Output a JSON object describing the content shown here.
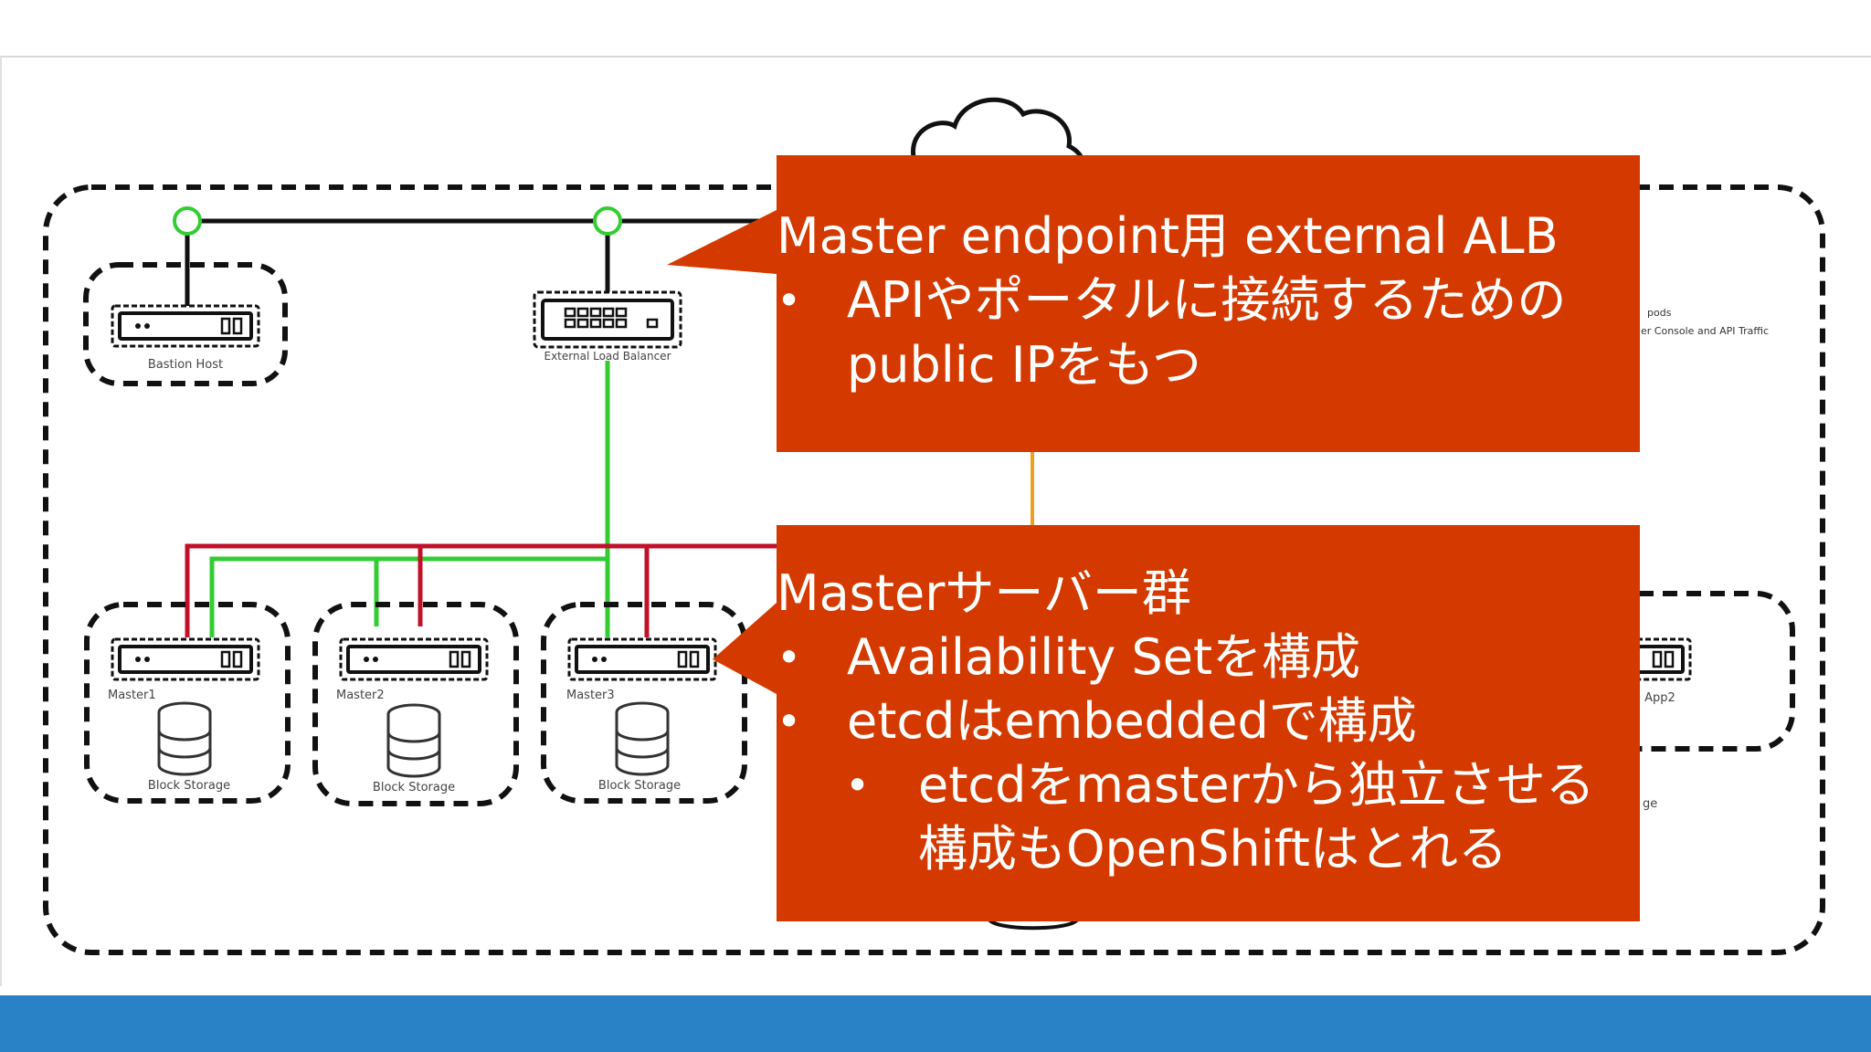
{
  "diagram": {
    "nodes": {
      "bastion": "Bastion Host",
      "elb": "External Load Balancer",
      "master1": "Master1",
      "master2": "Master2",
      "master3": "Master3",
      "app2": "App2",
      "storage1": "Block Storage",
      "storage2": "Block Storage",
      "storage3": "Block Storage",
      "storage_partial": "ge"
    },
    "legend": {
      "pods_label": "pods",
      "console_label": "er Console and API Traffic"
    },
    "colors": {
      "green_link": "#33cc33",
      "red_link": "#c0102a",
      "orange_link": "#f0a020",
      "black_link": "#111111"
    }
  },
  "callouts": {
    "top": {
      "title": "Master endpoint用 external ALB",
      "bullet1_line1": "APIやポータルに接続するための",
      "bullet1_line2": "public IPをもつ"
    },
    "bottom": {
      "title": "Masterサーバー群",
      "bullet1": "Availability Setを構成",
      "bullet2": "etcdはembeddedで構成",
      "sub_bullet_line1": "etcdをmasterから独立させる",
      "sub_bullet_line2": "構成もOpenShiftはとれる"
    },
    "bullet_char": "•",
    "color": "#d43a00"
  },
  "footer": {
    "color": "#2981c6"
  }
}
